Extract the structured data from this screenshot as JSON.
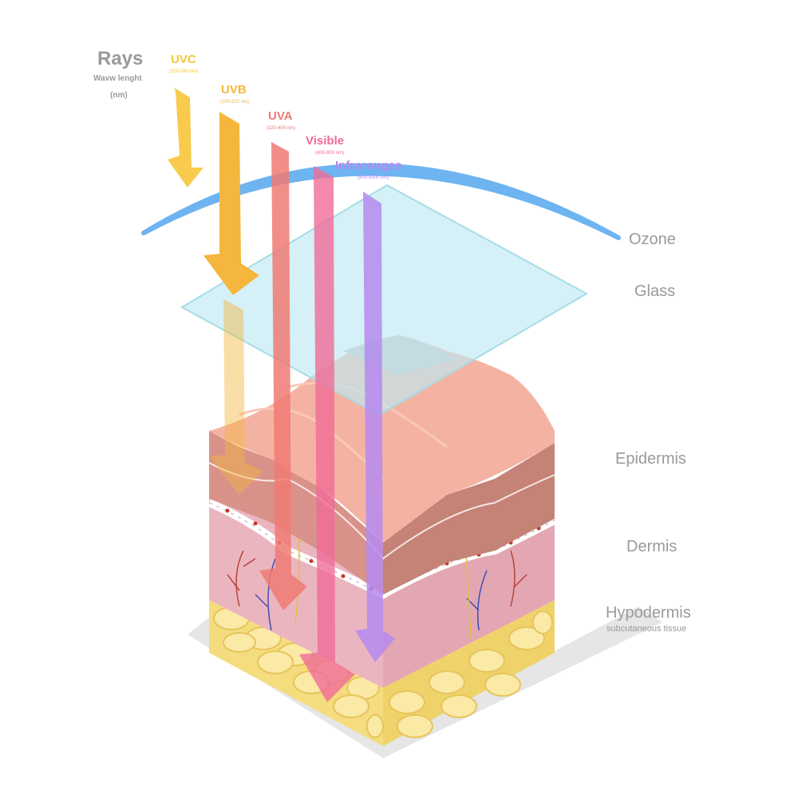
{
  "header": {
    "title": "Rays",
    "subtitle": "Wavw lenght",
    "unit": "(nm)"
  },
  "rays": [
    {
      "name": "UVC",
      "range": "(200-290 nm)",
      "color": "#f7c53a"
    },
    {
      "name": "UVB",
      "range": "(290-320 nm)",
      "color": "#f5b63d"
    },
    {
      "name": "UVA",
      "range": "(320-400 nm)",
      "color": "#f07a73"
    },
    {
      "name": "Visible",
      "range": "(400-800 nm)",
      "color": "#f06c97"
    },
    {
      "name": "Infrorouges",
      "range": "(800-5000 nm)",
      "color": "#b58af0"
    }
  ],
  "layers": {
    "ozone": "Ozone",
    "glass": "Glass",
    "epidermis": "Epidermis",
    "dermis": "Dermis",
    "hypodermis": "Hypodermis",
    "hypodermis_sub": "subcutaneous tissue"
  },
  "colors": {
    "ozone": "#6db4f0",
    "glass": "#bfeaf2",
    "epidermis": "#f2b5a0",
    "dermis": "#ebb7c0",
    "hypodermis": "#f7e08a",
    "label": "#9a9a9a"
  },
  "stock_id": "#147547160"
}
